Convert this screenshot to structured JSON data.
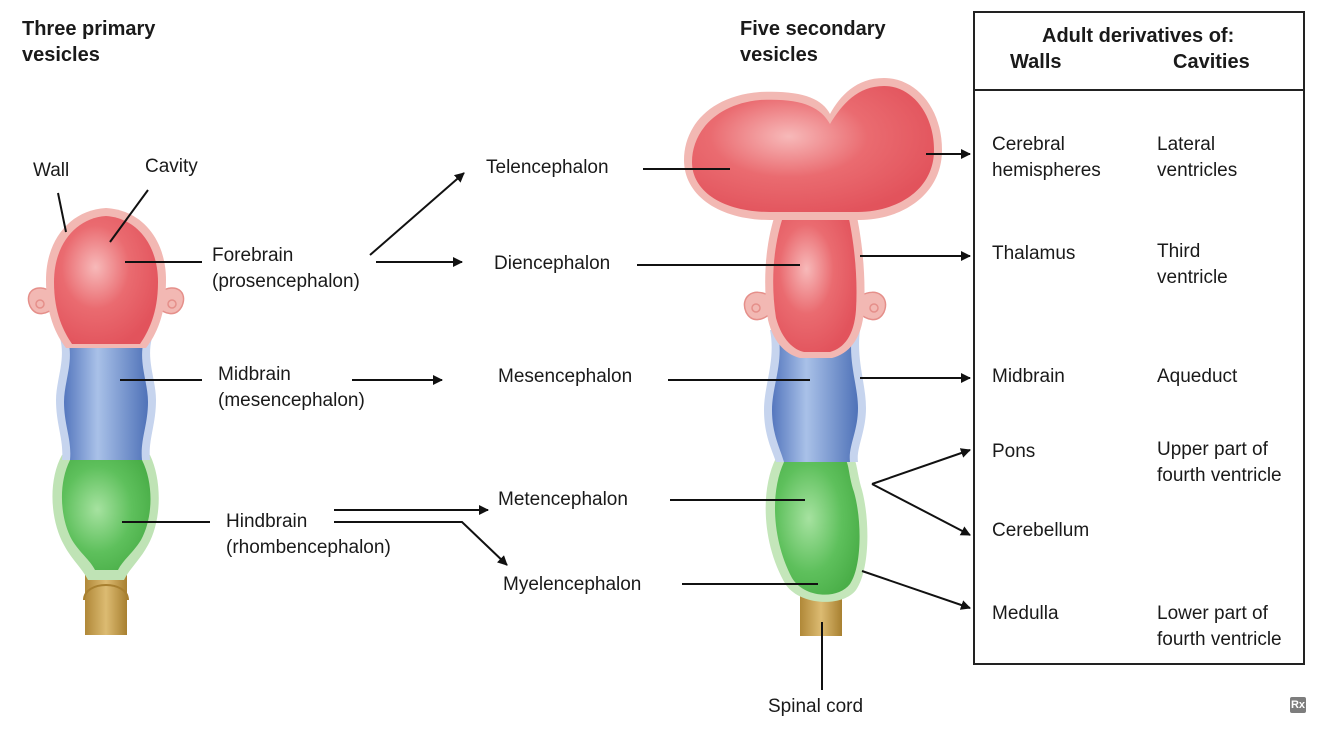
{
  "headings": {
    "primary": [
      "Three primary",
      "vesicles"
    ],
    "secondary": [
      "Five secondary",
      "vesicles"
    ],
    "table_title": "Adult derivatives of:",
    "col_walls": "Walls",
    "col_cavities": "Cavities"
  },
  "primary": {
    "wall": "Wall",
    "cavity": "Cavity",
    "forebrain": [
      "Forebrain",
      "(prosencephalon)"
    ],
    "midbrain": [
      "Midbrain",
      "(mesencephalon)"
    ],
    "hindbrain": [
      "Hindbrain",
      "(rhombencephalon)"
    ]
  },
  "secondary": {
    "telencephalon": "Telencephalon",
    "diencephalon": "Diencephalon",
    "mesencephalon": "Mesencephalon",
    "metencephalon": "Metencephalon",
    "myelencephalon": "Myelencephalon",
    "spinal_cord": "Spinal cord"
  },
  "derivatives": [
    {
      "walls": [
        "Cerebral",
        "hemispheres"
      ],
      "cavities": [
        "Lateral",
        "ventricles"
      ]
    },
    {
      "walls": [
        "Thalamus"
      ],
      "cavities": [
        "Third",
        "ventricle"
      ]
    },
    {
      "walls": [
        "Midbrain"
      ],
      "cavities": [
        "Aqueduct"
      ]
    },
    {
      "walls": [
        "Pons"
      ],
      "cavities": [
        "Upper part of",
        "fourth ventricle"
      ]
    },
    {
      "walls": [
        "Cerebellum"
      ],
      "cavities": []
    },
    {
      "walls": [
        "Medulla"
      ],
      "cavities": [
        "Lower part of",
        "fourth ventricle"
      ]
    }
  ],
  "logo": "Rx",
  "colors": {
    "forebrain": "#e8646c",
    "midbrain": "#5b82c4",
    "hindbrain": "#5cc25a",
    "spinal": "#c8a45a",
    "wall": "#f2b8b3"
  }
}
